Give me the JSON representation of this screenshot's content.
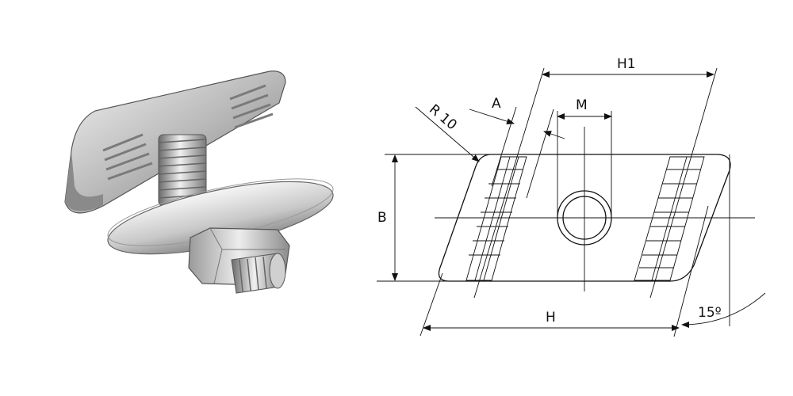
{
  "labels": {
    "h1": "H1",
    "a": "A",
    "m": "M",
    "r10": "R 10",
    "b": "B",
    "h": "H",
    "angle": "15º"
  },
  "colors": {
    "line": "#111111",
    "metal_light": "#e6e6e6",
    "metal_mid": "#b5b5b5",
    "metal_dark": "#6e6e6e"
  }
}
